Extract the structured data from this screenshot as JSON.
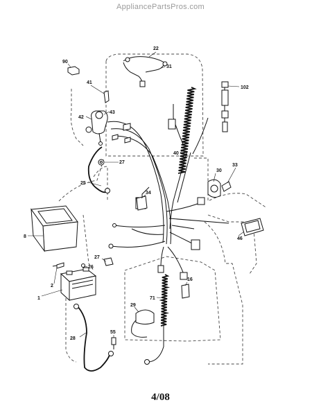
{
  "watermark": "AppliancePartsPros.com",
  "page_footer": "4/08",
  "callouts": [
    "90",
    "22",
    "31",
    "102",
    "41",
    "43",
    "42",
    "27",
    "25",
    "40",
    "34",
    "30",
    "33",
    "8",
    "46",
    "27",
    "26",
    "2",
    "1",
    "16",
    "71",
    "29",
    "28",
    "55"
  ]
}
